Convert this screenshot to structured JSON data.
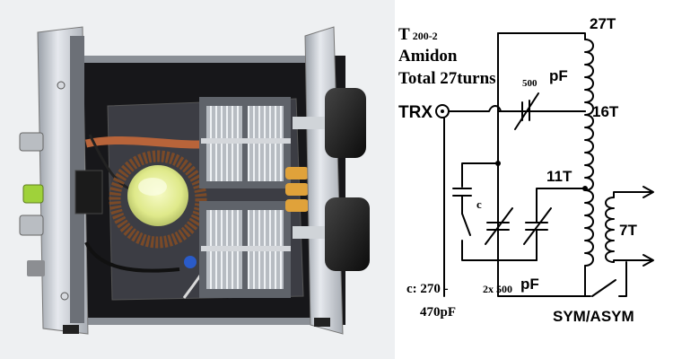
{
  "schematic": {
    "core_prefix": "T",
    "core_suffix": "200-2",
    "brand": "Amidon",
    "total_turns": "Total 27turns",
    "trx": "TRX",
    "tap_27": "27T",
    "tap_16": "16T",
    "tap_11": "11T",
    "sec_7": "7T",
    "cap_top_value": "500",
    "cap_top_unit": "pF",
    "cap_c": "c",
    "cap_dual_value": "2x 500",
    "cap_dual_unit": "pF",
    "c_range_1": "c: 270 -",
    "c_range_2": "470pF",
    "switch": "SYM/ASYM"
  },
  "colors": {
    "chassis_silver": "#c9cdd3",
    "panel_black": "#1c1c1e",
    "toroid_yellow": "#e6f08a",
    "copper": "#b8643a",
    "cap_orange": "#e0a23a"
  }
}
